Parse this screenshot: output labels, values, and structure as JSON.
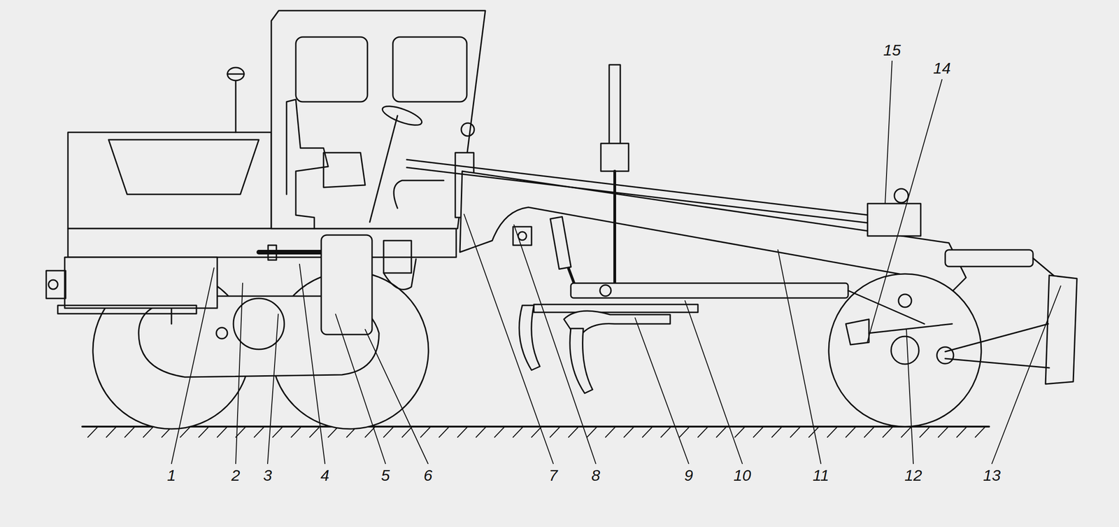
{
  "diagram": {
    "labels": [
      "1",
      "2",
      "3",
      "4",
      "5",
      "6",
      "7",
      "8",
      "9",
      "10",
      "11",
      "12",
      "13",
      "14",
      "15"
    ]
  }
}
